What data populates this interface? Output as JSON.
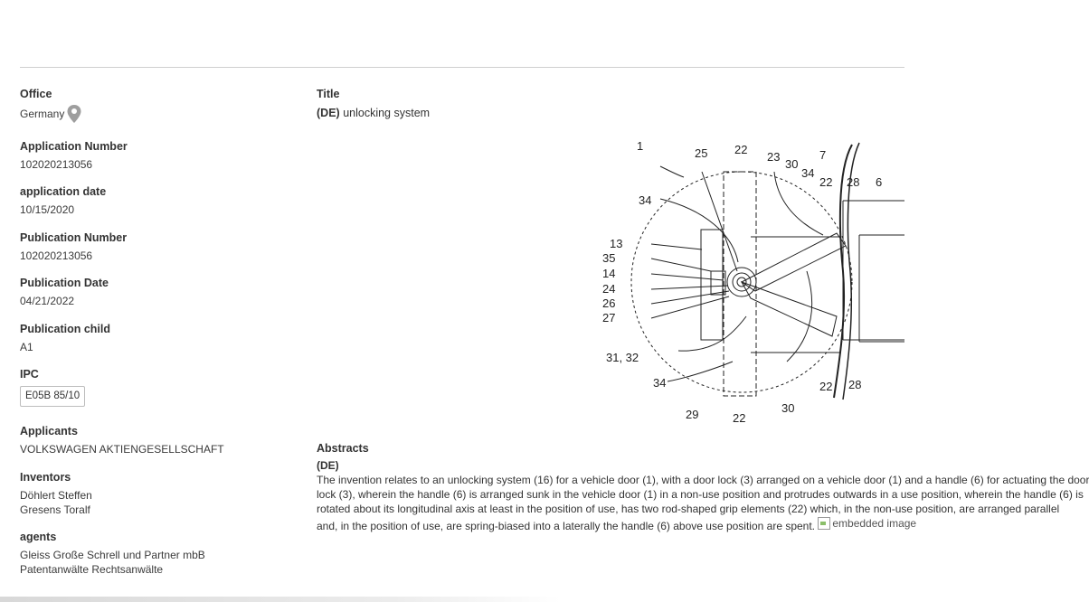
{
  "left": {
    "office": {
      "label": "Office",
      "value": "Germany"
    },
    "application_number": {
      "label": "Application Number",
      "value": "102020213056"
    },
    "application_date": {
      "label": "application date",
      "value": "10/15/2020"
    },
    "publication_number": {
      "label": "Publication Number",
      "value": "102020213056"
    },
    "publication_date": {
      "label": "Publication Date",
      "value": "04/21/2022"
    },
    "publication_child": {
      "label": "Publication child",
      "value": "A1"
    },
    "ipc": {
      "label": "IPC",
      "value": "E05B 85/10"
    },
    "applicants": {
      "label": "Applicants",
      "value": "VOLKSWAGEN AKTIENGESELLSCHAFT"
    },
    "inventors": {
      "label": "Inventors",
      "values": [
        "Döhlert Steffen",
        "Gresens Toralf"
      ]
    },
    "agents": {
      "label": "agents",
      "values": [
        "Gleiss Große Schrell und Partner mbB",
        "Patentanwälte Rechtsanwälte"
      ]
    }
  },
  "title": {
    "label": "Title",
    "lang": "(DE)",
    "text": "unlocking system"
  },
  "drawing": {
    "numbers": [
      "1",
      "25",
      "22",
      "23",
      "30",
      "34",
      "22",
      "7",
      "28",
      "6",
      "34",
      "13",
      "35",
      "14",
      "24",
      "26",
      "27",
      "31, 32",
      "34",
      "29",
      "22",
      "30",
      "22",
      "28"
    ]
  },
  "abstract": {
    "label": "Abstracts",
    "lang": "(DE)",
    "lines": [
      "The invention relates to an unlocking system (16) for a vehicle door (1), with a door lock (3) arranged on a vehicle door (1) and a handle (6) for actuating the door",
      "lock (3), wherein the handle (6) is arranged sunk in the vehicle door (1) in a non-use position and protrudes outwards in a use position, wherein the handle (6) is",
      "rotated about its longitudinal axis at least in the position of use, has two rod-shaped grip elements (22) which, in the non-use position, are arranged parallel",
      "and, in the position of use, are spring-biased into a laterally the handle (6) above use position are spent."
    ],
    "image_alt": "embedded image"
  },
  "colors": {
    "text": "#333333",
    "divider": "#cfcfcf",
    "pin": "#9e9e9e"
  }
}
